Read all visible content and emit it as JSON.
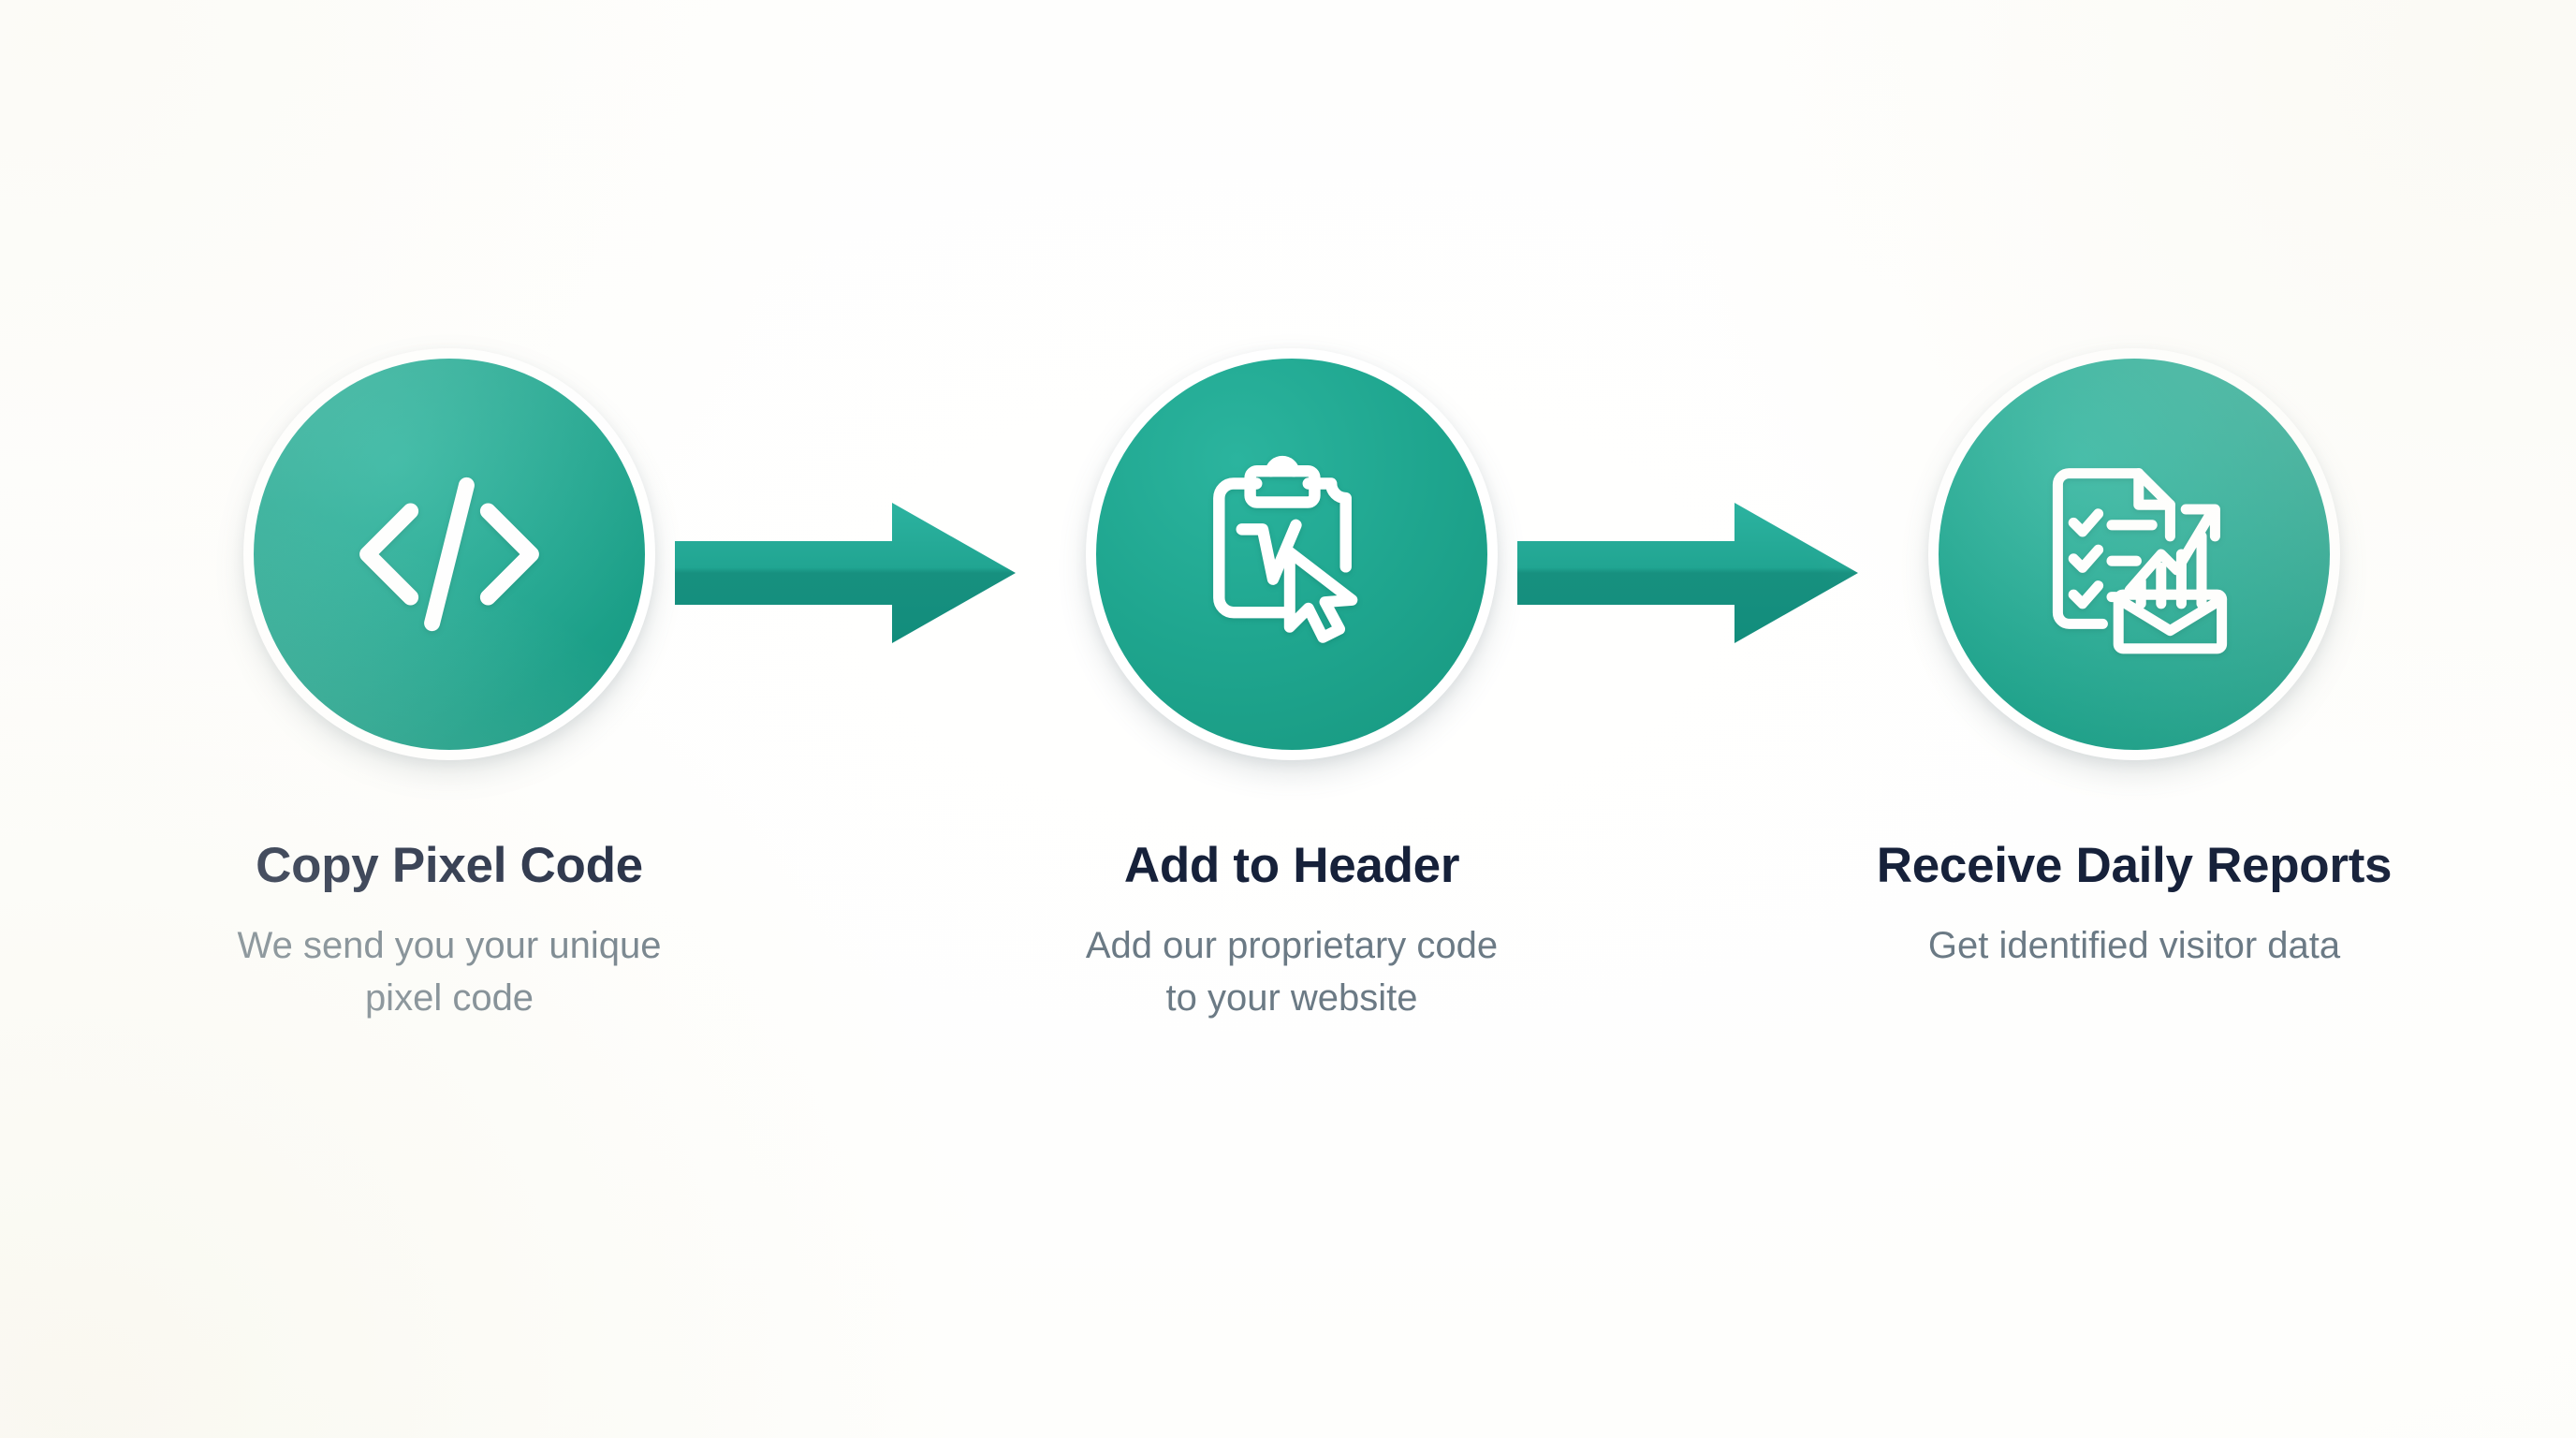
{
  "canvas": {
    "background_color": "#fdfdfb",
    "accent_color": "#1fa68f",
    "arrow_color": "#1fa68f",
    "title_color": "#16213a",
    "description_color": "#6b7a85",
    "icon_color": "#ffffff"
  },
  "steps": [
    {
      "index": "1",
      "icon": "code-brackets-icon",
      "title": "Copy Pixel Code",
      "description": "We send you your unique\npixel code"
    },
    {
      "index": "2",
      "icon": "clipboard-click-icon",
      "title": "Add to Header",
      "description": "Add our proprietary code\nto your website"
    },
    {
      "index": "3",
      "icon": "report-chart-envelope-icon",
      "title": "Receive Daily Reports",
      "description": "Get identified visitor data"
    }
  ],
  "connectors": [
    {
      "name": "arrow-step1-to-step2",
      "direction": "right"
    },
    {
      "name": "arrow-step2-to-step3",
      "direction": "right"
    }
  ]
}
